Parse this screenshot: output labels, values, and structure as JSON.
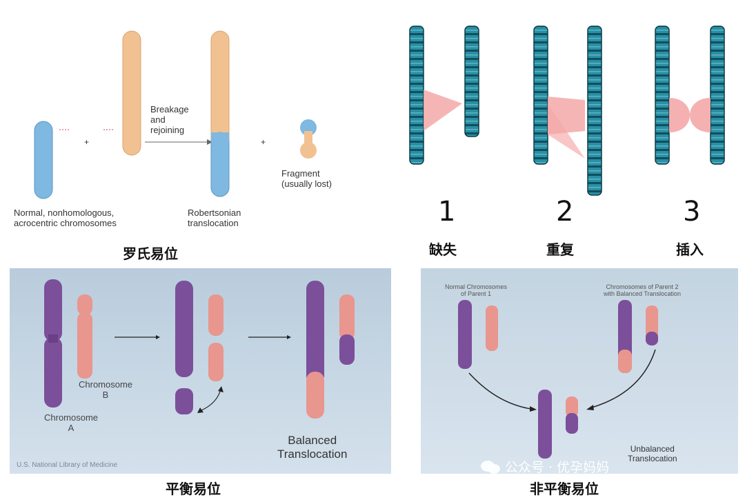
{
  "robertsonian": {
    "labels": {
      "breakage": "Breakage",
      "and": "and",
      "rejoining": "rejoining",
      "normal_line1": "Normal, nonhomologous,",
      "normal_line2": "acrocentric chromosomes",
      "robert_line1": "Robertsonian",
      "robert_line2": "translocation",
      "fragment_line1": "Fragment",
      "fragment_line2": "(usually lost)",
      "plus": "+"
    },
    "caption": "罗氏易位"
  },
  "structural": {
    "numbers": [
      "1",
      "2",
      "3"
    ],
    "captions": [
      "缺失",
      "重复",
      "插入"
    ]
  },
  "balanced": {
    "chromosome_b_line1": "Chromosome",
    "chromosome_b_line2": "B",
    "chromosome_a_line1": "Chromosome",
    "chromosome_a_line2": "A",
    "result_line1": "Balanced",
    "result_line2": "Translocation",
    "credit": "U.S. National Library of Medicine",
    "caption": "平衡易位"
  },
  "unbalanced": {
    "parent1_line1": "Normal Chromosomes",
    "parent1_line2": "of Parent 1",
    "parent2_line1": "Chromosomes of Parent 2",
    "parent2_line2": "with Balanced Translocation",
    "result_line1": "Unbalanced",
    "result_line2": "Translocation",
    "caption": "非平衡易位"
  },
  "watermark": {
    "text": "公众号 · 优孕妈妈",
    "icon": "wechat-icon"
  },
  "colors": {
    "chrom_blue": "#7fb8e0",
    "chrom_orange": "#f2c191",
    "teal_band": "#1f7a8c",
    "pink_arrow": "#f4a8a8",
    "purple": "#7b4f9a",
    "salmon": "#e8968e",
    "panel_bg": "#c7d7e4"
  }
}
